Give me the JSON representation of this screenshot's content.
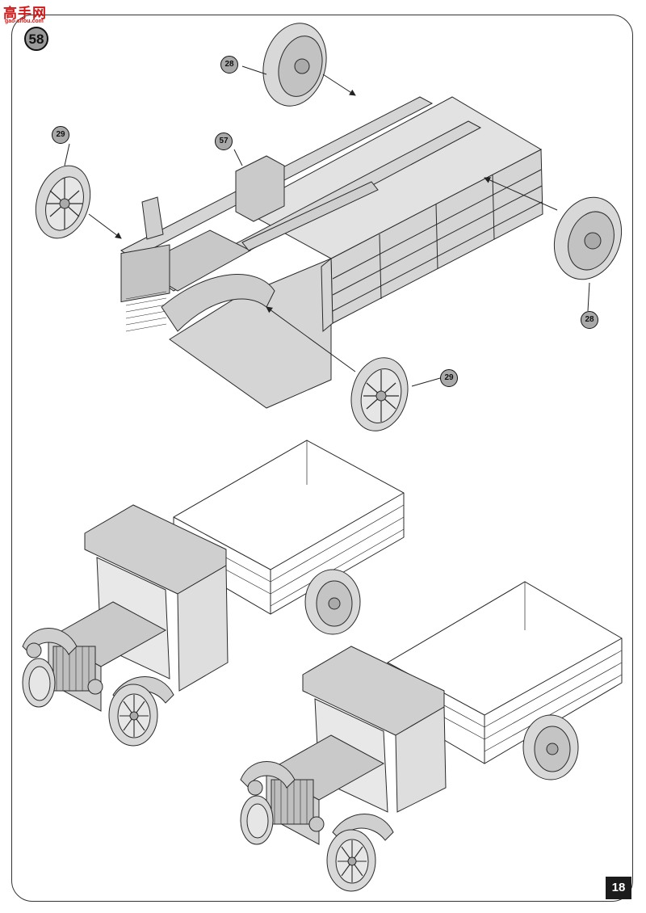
{
  "watermark": {
    "cn": "高手网",
    "en": "gao-shou.com"
  },
  "step_number": "58",
  "callouts": {
    "wheel_rear_top": "28",
    "wheel_front_left": "29",
    "part_box": "57",
    "wheel_rear_right": "28",
    "wheel_front_bottom": "29"
  },
  "page_number": "18",
  "colors": {
    "part_fill": "#d5d5d5",
    "line": "#2a2a2a",
    "callout": "#a9a9a9",
    "watermark": "#d01818"
  }
}
